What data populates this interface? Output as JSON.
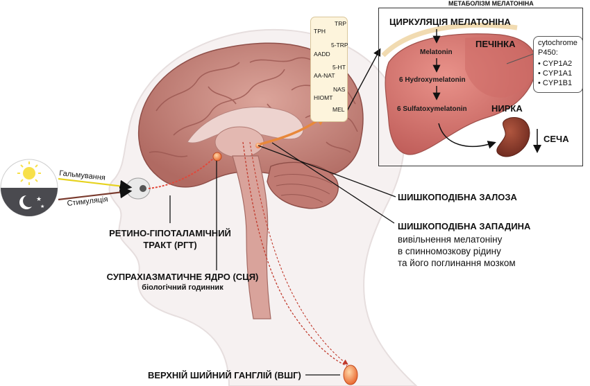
{
  "labels": {
    "metabolism_title": "МЕТАБОЛІЗМ МЕЛАТОНІНА",
    "circulation": "ЦИРКУЛЯЦІЯ МЕЛАТОНІНА",
    "melatonin": "Melatonin",
    "hydroxy": "6 Hydroxymelatonin",
    "sulfatoxy": "6 Sulfatoxymelatonin",
    "liver": "ПЕЧІНКА",
    "cyp_title_1": "cytochrome",
    "cyp_title_2": "P450:",
    "cyp_1": "• CYP1A2",
    "cyp_2": "• CYP1A1",
    "cyp_3": "• CYP1B1",
    "kidney": "НИРКА",
    "urine": "СЕЧА",
    "inhibition": "Гальмування",
    "stimulation": "Стимуляція",
    "pineal_gland": "ШИШКОПОДІБНА ЗАЛОЗА",
    "pineal_recess": "ШИШКОПОДІБНА ЗАПАДИНА",
    "recess_desc_1": "вивільнення мелатоніну",
    "recess_desc_2": "в спинномозкову рідину",
    "recess_desc_3": "та його поглинання мозком",
    "rht_1": "РЕТИНО-ГІПОТАЛАМІЧНИЙ",
    "rht_2": "ТРАКТ (РГТ)",
    "scn": "СУПРАХІАЗМАТИЧНЕ ЯДРО (СЦЯ)",
    "scn_desc": "біологічний годинник",
    "scg": "ВЕРХНІЙ ШИЙНИЙ ГАНГЛІЙ (ВШГ)"
  },
  "pathway": {
    "enzymes": [
      "TPH",
      "AADD",
      "AA-NAT",
      "HIOMT"
    ],
    "metabolites": [
      "TRP",
      "5-TRP",
      "5-HT",
      "NAS",
      "MEL"
    ]
  },
  "colors": {
    "brain": "#c98a80",
    "brain_dark": "#a85f58",
    "liver": "#d4736e",
    "kidney": "#8a3b2c",
    "accent_arrow": "#e8883a",
    "pathway_bg": "#fdf4dc"
  }
}
